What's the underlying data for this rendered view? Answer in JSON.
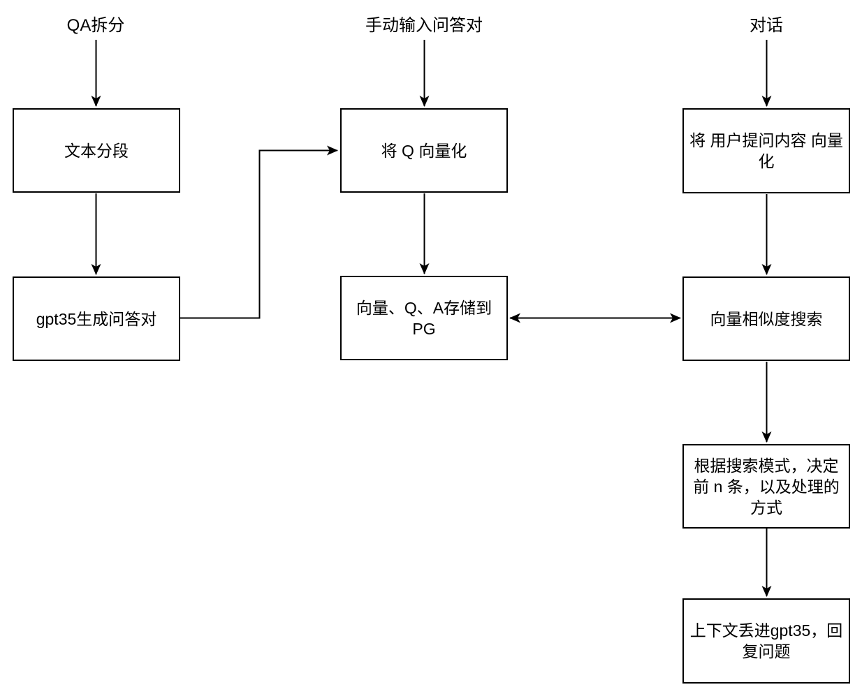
{
  "diagram": {
    "title": "QA vectorization and chat retrieval flowchart",
    "colors": {
      "background": "#ffffff",
      "node_fill": "#ffffff",
      "node_border": "#000000",
      "connector": "#000000",
      "text": "#000000"
    },
    "lane_labels": {
      "qa_split": "QA拆分",
      "manual_input": "手动输入问答对",
      "dialog": "对话"
    },
    "nodes": {
      "text_segmentation": "文本分段",
      "gpt35_generate_qa": "gpt35生成问答对",
      "vectorize_q": "将 Q 向量化",
      "store_to_pg": "向量、Q、A存储到\nPG",
      "vectorize_user_question": "将 用户提问内容 向量\n化",
      "vector_similarity_search": "向量相似度搜索",
      "search_mode_decision": "根据搜索模式，决定\n前 n 条，以及处理的\n方式",
      "gpt35_answer": "上下文丢进gpt35，回\n复问题"
    }
  }
}
